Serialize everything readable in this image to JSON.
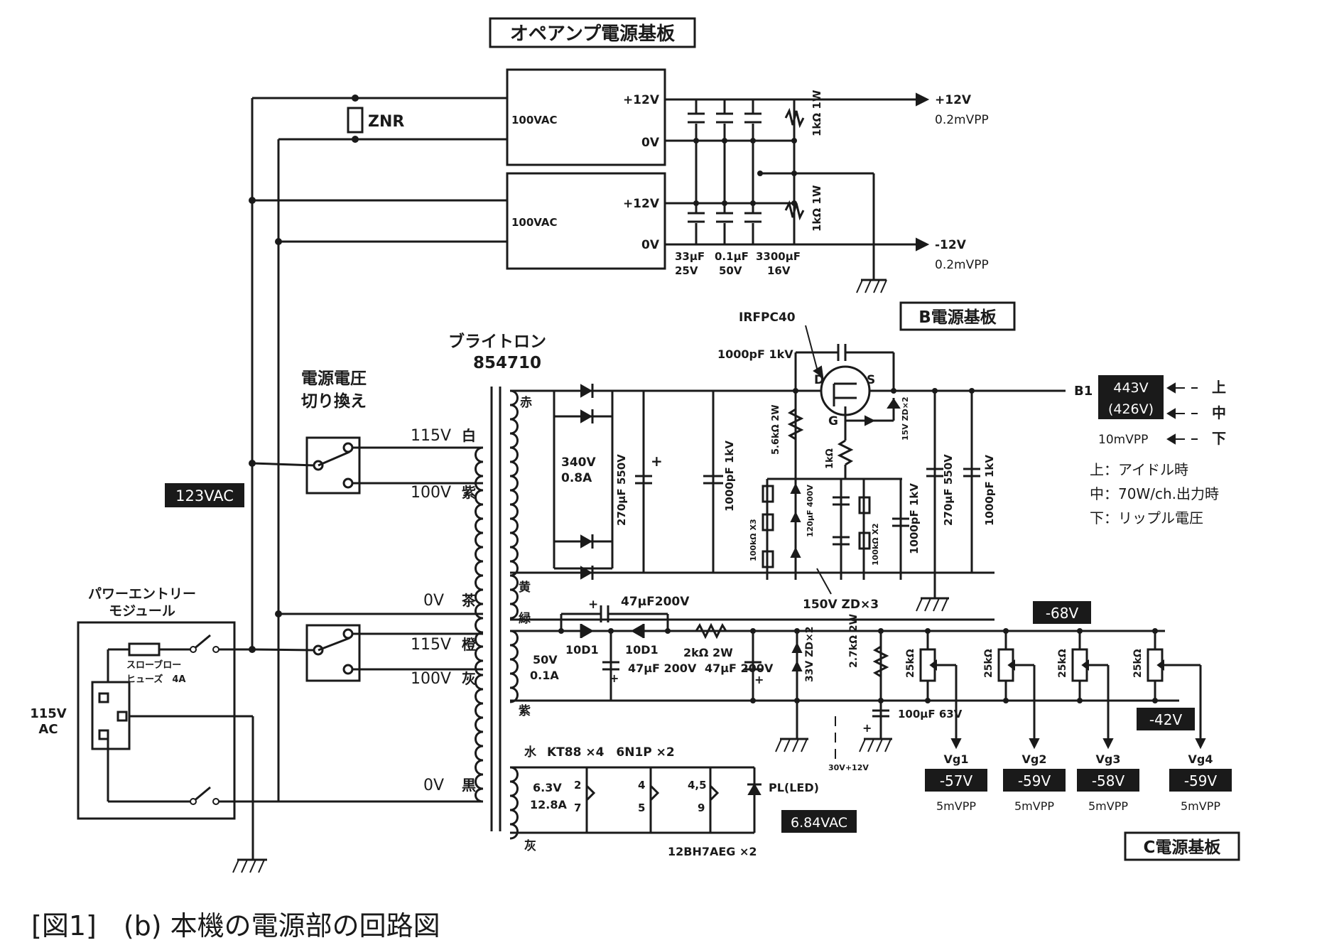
{
  "titles": {
    "opamp_board": "オペアンプ電源基板",
    "b_board": "B電源基板",
    "c_board": "C電源基板",
    "caption": "[図1]　(b) 本機の電源部の回路図"
  },
  "opamp_section": {
    "znr": "ZNR",
    "module_input": "100VAC",
    "module_out_pos": "+12V",
    "module_out_zero": "0V",
    "caps": [
      "33µF 25V",
      "0.1µF 50V",
      "3300µF 16V"
    ],
    "cap_values": [
      "33µF",
      "0.1µF",
      "3300µF"
    ],
    "cap_ratings": [
      "25V",
      "50V",
      "16V"
    ],
    "resistor": "1kΩ 1W",
    "out_pos": "+12V",
    "out_pos_ripple": "0.2mVPP",
    "out_neg": "-12V",
    "out_neg_ripple": "0.2mVPP"
  },
  "mains": {
    "entry_module": "パワーエントリー",
    "entry_module2": "モジュール",
    "fuse": "スローブロー",
    "fuse2": "ヒューズ　4A",
    "ac_in": "115V",
    "ac_in2": "AC",
    "measured": "123VAC",
    "selector": "電源電圧",
    "selector2": "切り換え"
  },
  "transformer": {
    "maker": "ブライトロン",
    "model": "854710",
    "primary": [
      {
        "volt": "115V",
        "color": "白"
      },
      {
        "volt": "100V",
        "color": "紫"
      },
      {
        "volt": "0V",
        "color": "茶"
      },
      {
        "volt": "115V",
        "color": "橙"
      },
      {
        "volt": "100V",
        "color": "灰"
      },
      {
        "volt": "0V",
        "color": "黒"
      }
    ],
    "secondary_colors": [
      "赤",
      "黄",
      "緑",
      "紫",
      "水",
      "灰"
    ]
  },
  "b_supply": {
    "winding": "340V",
    "winding_current": "0.8A",
    "cap_main": "270µF 550V",
    "cap_film1": "1000pF 1kV",
    "mosfet": "IRFPC40",
    "cap_top": "1000pF 1kV",
    "pins": [
      "D",
      "S",
      "G"
    ],
    "r_gate": "5.6kΩ 2W",
    "r_1k": "1kΩ",
    "zd_gs": "15V ZD×2",
    "r_chain1": "100kΩ X3",
    "cap_120": "120µF 400V",
    "r_chain2": "100kΩ X2",
    "cap_film2": "1000pF 1kV",
    "cap_out": "270µF 550V",
    "cap_film3": "1000pF 1kV",
    "zd_chain": "150V ZD×3",
    "output_label": "B1",
    "v_idle": "443V",
    "v_load": "(426V)",
    "ripple": "10mVPP",
    "arrow_labels": [
      "上",
      "中",
      "下"
    ],
    "legend": [
      "上：アイドル時",
      "中：70W/ch.出力時",
      "下：リップル電圧"
    ]
  },
  "c_supply": {
    "cap_series": "47µF200V",
    "winding": "50V",
    "winding_current": "0.1A",
    "diodes": [
      "10D1",
      "10D1"
    ],
    "r_series": "2kΩ 2W",
    "cap1": "47µF 200V",
    "cap2": "47µF 200V",
    "zd": "33V ZD×2",
    "r_bleed": "2.7kΩ 2W",
    "pots": [
      "25kΩ",
      "25kΩ",
      "25kΩ",
      "25kΩ"
    ],
    "cap_bottom": "100µF 63V",
    "zd_note": "30V+12V",
    "v_top": "-68V",
    "v_bottom": "-42V",
    "outputs": [
      {
        "name": "Vg1",
        "volt": "-57V",
        "ripple": "5mVPP"
      },
      {
        "name": "Vg2",
        "volt": "-59V",
        "ripple": "5mVPP"
      },
      {
        "name": "Vg3",
        "volt": "-58V",
        "ripple": "5mVPP"
      },
      {
        "name": "Vg4",
        "volt": "-59V",
        "ripple": "5mVPP"
      }
    ]
  },
  "heater": {
    "tubes1": "KT88 ×4　6N1P ×2",
    "winding": "6.3V",
    "winding_current": "12.8A",
    "pins": [
      "2",
      "7",
      "4",
      "5",
      "4,5",
      "9"
    ],
    "led": "PL(LED)",
    "tubes2": "12BH7AEG ×2",
    "measured": "6.84VAC"
  },
  "colors": {
    "ink": "#1a1a1a",
    "background": "#ffffff",
    "label_fill": "#1a1a1a",
    "label_text": "#ffffff"
  }
}
